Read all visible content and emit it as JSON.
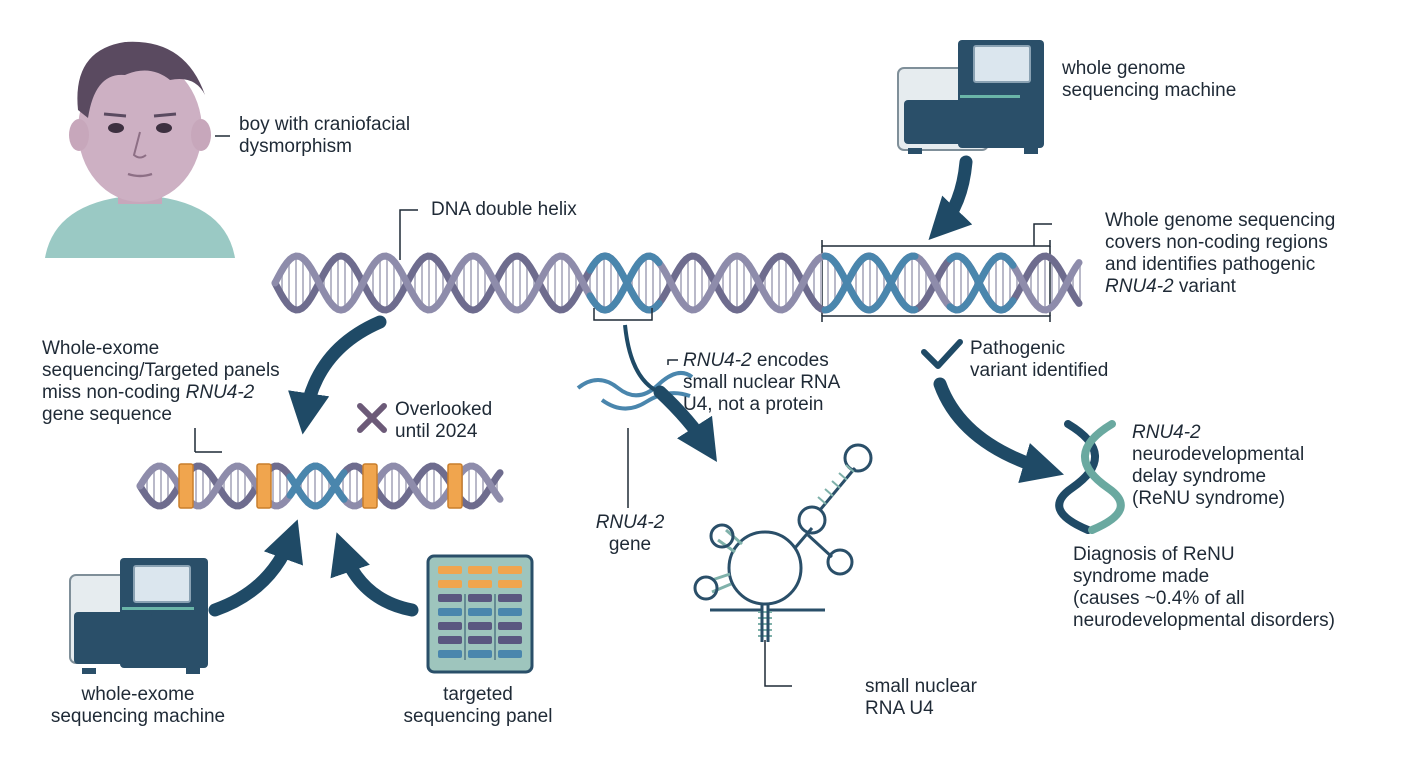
{
  "labels": {
    "boy": [
      "boy with craniofacial",
      "dysmorphism"
    ],
    "dna_helix": "DNA double helix",
    "wgs_machine": [
      "whole genome",
      "sequencing machine"
    ],
    "wgs_covers": {
      "line1": "Whole genome sequencing",
      "line2": "covers non-coding regions",
      "line3": "and identifies pathogenic",
      "line4_gene": "RNU4-2",
      "line4_rest": " variant"
    },
    "wes_miss": {
      "line1": "Whole-exome",
      "line2": "sequencing/Targeted panels",
      "line3_pre": "miss non-coding ",
      "line3_gene": "RNU4-2",
      "line4": "gene sequence"
    },
    "overlooked": [
      "Overlooked",
      "until 2024"
    ],
    "encodes": {
      "line1_gene": "RNU4-2",
      "line1_rest": " encodes",
      "line2": "small nuclear RNA",
      "line3": "U4, not a protein"
    },
    "gene": {
      "line1_gene": "RNU4-2",
      "line2": "gene"
    },
    "pathogenic": [
      "Pathogenic",
      "variant identified"
    ],
    "syndrome": {
      "line1_gene": "RNU4-2",
      "line2": "neurodevelopmental",
      "line3": "delay syndrome",
      "line4": "(ReNU syndrome)"
    },
    "diagnosis": [
      "Diagnosis of ReNU",
      "syndrome made",
      "(causes ~0.4% of all",
      "neurodevelopmental disorders)"
    ],
    "wes_machine": [
      "whole-exome",
      "sequencing machine"
    ],
    "panel": [
      "targeted",
      "sequencing panel"
    ],
    "snrna": [
      "small nuclear",
      "RNA U4"
    ]
  },
  "colors": {
    "navy": "#1f4a66",
    "helix_purple": "#7a7898",
    "helix_blue": "#4a86ad",
    "orange": "#f0a54e",
    "teal": "#6aa9a0",
    "text": "#1f2a36"
  },
  "icons": [
    "boy-illustration",
    "wgs-machine-icon",
    "wes-machine-icon",
    "sequencing-panel-icon",
    "x-mark-icon",
    "check-mark-icon",
    "dna-icon",
    "rna-hairpin-structure"
  ]
}
